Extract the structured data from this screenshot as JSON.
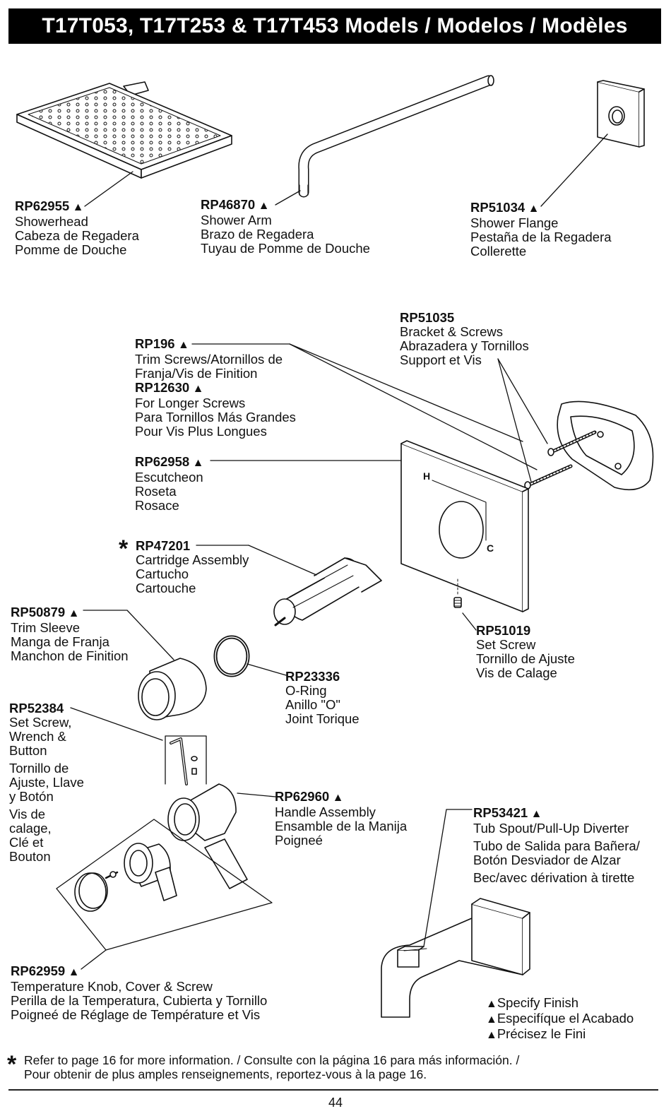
{
  "title": "T17T053, T17T253 & T17T453 Models / Modelos / Modèles",
  "parts": {
    "showerhead": {
      "num": "RP62955",
      "lines": [
        "Showerhead",
        "Cabeza de Regadera",
        "Pomme de Douche"
      ]
    },
    "shower_arm": {
      "num": "RP46870",
      "lines": [
        "Shower Arm",
        "Brazo de Regadera",
        "Tuyau de Pomme de Douche"
      ]
    },
    "shower_flange": {
      "num": "RP51034",
      "lines": [
        "Shower Flange",
        "Pestaña de la Regadera",
        "Collerette"
      ]
    },
    "bracket": {
      "num": "RP51035",
      "lines": [
        "Bracket & Screws",
        "Abrazadera y Tornillos",
        "Support et Vis"
      ]
    },
    "trim_screws": {
      "num": "RP196",
      "lines": [
        "Trim Screws/Atornillos de",
        "Franja/Vis de Finition"
      ]
    },
    "longer_screws": {
      "num": "RP12630",
      "lines": [
        "For Longer Screws",
        "Para Tornillos Más Grandes",
        "Pour Vis Plus Longues"
      ]
    },
    "escutcheon": {
      "num": "RP62958",
      "lines": [
        "Escutcheon",
        "Roseta",
        "Rosace"
      ]
    },
    "cartridge": {
      "num": "RP47201",
      "lines": [
        "Cartridge Assembly",
        "Cartucho",
        "Cartouche"
      ]
    },
    "trim_sleeve": {
      "num": "RP50879",
      "lines": [
        "Trim Sleeve",
        "Manga de Franja",
        "Manchon de Finition"
      ]
    },
    "set_screw": {
      "num": "RP51019",
      "lines": [
        "Set Screw",
        "Tornillo de Ajuste",
        "Vis de Calage"
      ]
    },
    "oring": {
      "num": "RP23336",
      "lines": [
        "O-Ring",
        "Anillo \"O\"",
        "Joint Torique"
      ]
    },
    "set_screw_wrench": {
      "num": "RP52384",
      "lines_en": [
        "Set Screw,",
        "Wrench &",
        "Button"
      ],
      "lines_es": [
        "Tornillo de",
        "Ajuste, Llave",
        "y Botón"
      ],
      "lines_fr": [
        "Vis de",
        "calage,",
        "Clé et",
        "Bouton"
      ]
    },
    "handle": {
      "num": "RP62960",
      "lines": [
        "Handle Assembly",
        "Ensamble de la Manija",
        "Poigneé"
      ]
    },
    "tub_spout": {
      "num": "RP53421",
      "lines_en": [
        "Tub Spout/Pull-Up Diverter"
      ],
      "lines_es": [
        "Tubo de Salida para Bañera/",
        "Botón Desviador de Alzar"
      ],
      "lines_fr": [
        "Bec/avec dérivation à tirette"
      ]
    },
    "temp_knob": {
      "num": "RP62959",
      "lines": [
        "Temperature Knob, Cover & Screw",
        "Perilla de la Temperatura, Cubierta y Tornillo",
        "Poigneé de Réglage de Température et Vis"
      ]
    }
  },
  "escutcheon_marks": {
    "hot": "H",
    "cold": "C"
  },
  "star_symbol": "*",
  "legend": [
    "Specify Finish",
    "Especifíque el Acabado",
    "Précisez le Fini"
  ],
  "footnote": {
    "line1": "Refer to page 16 for more information. / Consulte con la página 16 para más información. /",
    "line2": "Pour obtenir de plus amples renseignements, reportez-vous à la page 16."
  },
  "page_number": "44"
}
